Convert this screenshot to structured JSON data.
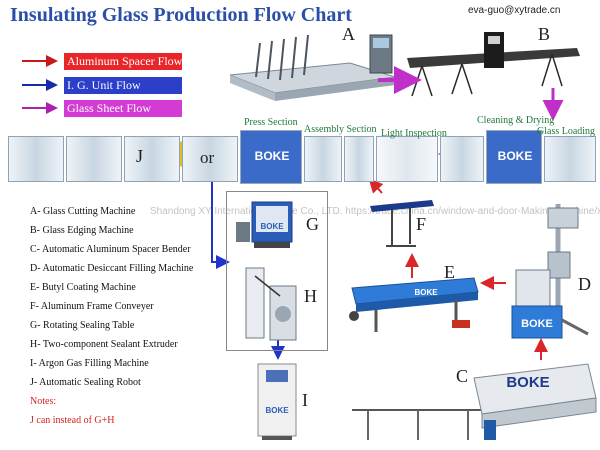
{
  "title": "Insulating Glass Production Flow Chart",
  "email": "eva-guo@xytrade.cn",
  "legend": [
    {
      "label": "Aluminum Spacer Flow",
      "color": "#e8262a",
      "arrow_color": "#c8181c"
    },
    {
      "label": "I. G. Unit Flow",
      "color": "#2b3fc8",
      "arrow_color": "#1a2aa8"
    },
    {
      "label": "Glass Sheet Flow",
      "color": "#d43bd4",
      "arrow_color": "#b020b0"
    }
  ],
  "section_labels": {
    "press": "Press Section",
    "assembly": "Assembly Section",
    "inspection": "Light Inspection",
    "cleaning": "Cleaning & Drying",
    "loading": "Glass Loading"
  },
  "machine_letters": {
    "a": "A",
    "b": "B",
    "c": "C",
    "d": "D",
    "e": "E",
    "f": "F",
    "g": "G",
    "h": "H",
    "i": "I",
    "j": "J"
  },
  "or_label": "or",
  "brand": "BOKE",
  "machine_list": [
    "A- Glass Cutting Machine",
    "B- Glass Edging Machine",
    "C- Automatic Aluminum Spacer Bender",
    "D- Automatic Desiccant Filling Machine",
    "E- Butyl Coating Machine",
    "F- Aluminum Frame Conveyer",
    "G- Rotating Sealing Table",
    "H- Two-component Sealant Extruder",
    "I- Argon Gas Filling Machine",
    "J- Automatic Sealing Robot"
  ],
  "notes_title": "Notes:",
  "notes_text": "J can instead of  G+H",
  "watermark": "Shandong XY International Trade Co., LTD.  https://trade.china.cn/window-and-door-Making-Machine/xytrade/",
  "colors": {
    "blue_arrow": "#2233cc",
    "red_arrow": "#d8262a",
    "magenta_arrow": "#c030c8",
    "yellow_arrow": "#e0c020",
    "boke_blue": "#2a6fd0"
  }
}
